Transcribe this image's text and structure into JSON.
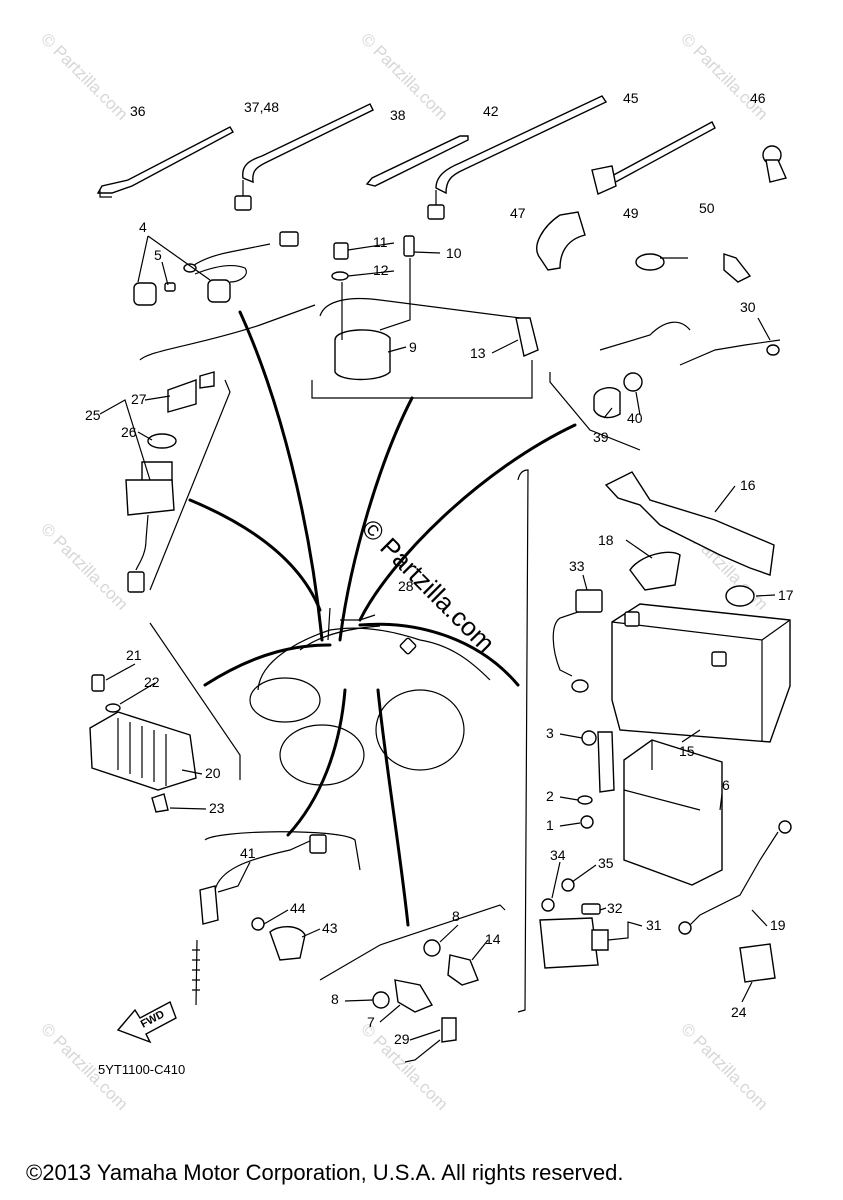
{
  "diagram": {
    "part_numbers": {
      "p36": "36",
      "p37_48": "37,48",
      "p38": "38",
      "p42": "42",
      "p45": "45",
      "p46": "46",
      "p4": "4",
      "p5": "5",
      "p11": "11",
      "p10": "10",
      "p12": "12",
      "p9": "9",
      "p13": "13",
      "p47": "47",
      "p49": "49",
      "p50": "50",
      "p30": "30",
      "p40": "40",
      "p39": "39",
      "p27": "27",
      "p25": "25",
      "p26": "26",
      "p28": "28",
      "p16": "16",
      "p18": "18",
      "p17": "17",
      "p33": "33",
      "p15": "15",
      "p21": "21",
      "p22": "22",
      "p20": "20",
      "p23": "23",
      "p3": "3",
      "p2": "2",
      "p1": "1",
      "p6": "6",
      "p41": "41",
      "p44": "44",
      "p43": "43",
      "p34": "34",
      "p35": "35",
      "p32": "32",
      "p31": "31",
      "p19": "19",
      "p24": "24",
      "p8a": "8",
      "p14": "14",
      "p8b": "8",
      "p7": "7",
      "p29": "29"
    },
    "fwd_label": "FWD",
    "diagram_code": "5YT1100-C410",
    "watermark_center": "© Partzilla.com",
    "watermark_small": "© Partzilla.com"
  },
  "footer": {
    "copyright": "©2013 Yamaha Motor Corporation, U.S.A. All rights reserved."
  }
}
